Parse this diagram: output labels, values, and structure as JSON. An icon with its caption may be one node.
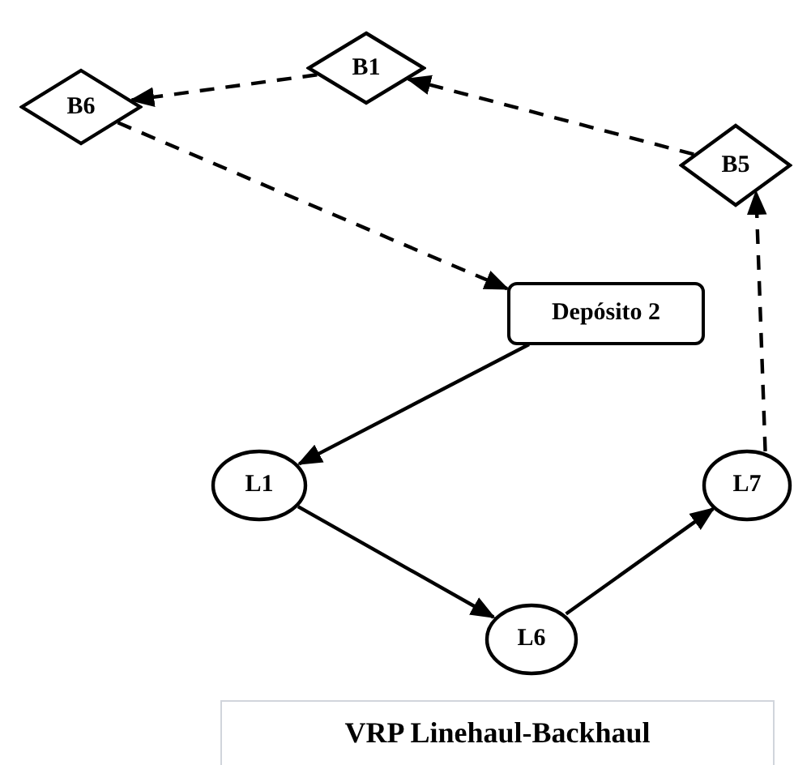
{
  "diagram": {
    "caption": "VRP Linehaul-Backhaul",
    "nodes": [
      {
        "text": [
          "B1"
        ]
      },
      {
        "text": [
          "B6"
        ]
      },
      {
        "text": [
          "B5"
        ]
      },
      {
        "text": [
          "Depósito 2"
        ]
      },
      {
        "text": [
          "L1"
        ]
      },
      {
        "text": [
          "L7"
        ]
      },
      {
        "text": [
          "L6"
        ]
      }
    ],
    "edges": [
      {
        "from": 3,
        "to": 4,
        "arrow": "to"
      },
      {
        "from": 4,
        "to": 6,
        "arrow": "to"
      },
      {
        "from": 6,
        "to": 5,
        "arrow": "to"
      },
      {
        "from": 5,
        "to": 2,
        "arrow": "to",
        "style": "dashed"
      },
      {
        "from": 2,
        "to": 0,
        "arrow": "to",
        "style": "dashed"
      },
      {
        "from": 0,
        "to": 1,
        "arrow": "to",
        "style": "dashed"
      },
      {
        "from": 1,
        "to": 3,
        "arrow": "to",
        "style": "dashed"
      }
    ]
  }
}
